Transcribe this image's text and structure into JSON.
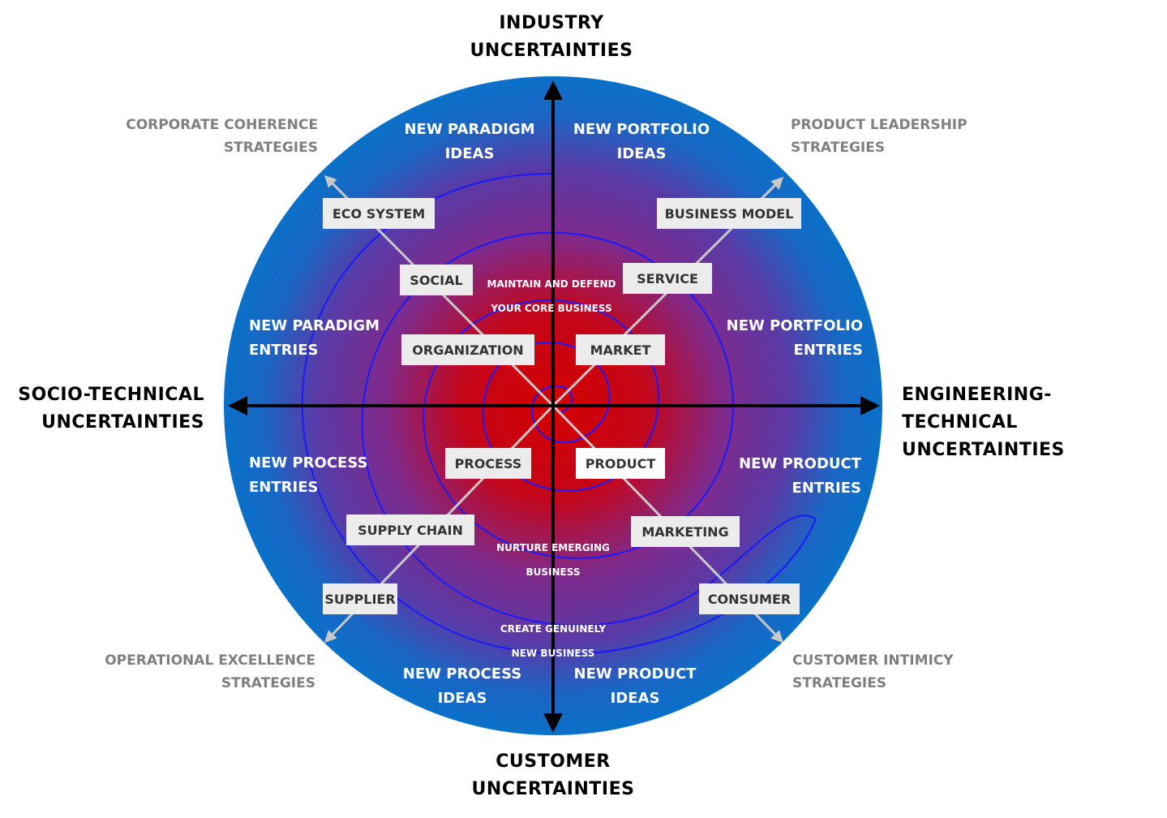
{
  "axes": {
    "top": [
      "INDUSTRY",
      "UNCERTAINTIES"
    ],
    "bottom": [
      "CUSTOMER",
      "UNCERTAINTIES"
    ],
    "left": [
      "SOCIO-TECHNICAL",
      "UNCERTAINTIES"
    ],
    "right": [
      "ENGINEERING-TECHNICAL",
      "UNCERTAINTIES"
    ]
  },
  "strategies": {
    "top_left": [
      "CORPORATE COHERENCE",
      "STRATEGIES"
    ],
    "top_right": [
      "PRODUCT LEADERSHIP",
      "STRATEGIES"
    ],
    "bottom_left": [
      "OPERATIONAL EXCELLENCE",
      "STRATEGIES"
    ],
    "bottom_right": [
      "CUSTOMER INTIMICY",
      "STRATEGIES"
    ]
  },
  "zones": {
    "paradigm_ideas": [
      "NEW PARADIGM",
      "IDEAS"
    ],
    "portfolio_ideas": [
      "NEW PORTFOLIO",
      "IDEAS"
    ],
    "paradigm_entries": [
      "NEW PARADIGM",
      "ENTRIES"
    ],
    "portfolio_entries": [
      "NEW PORTFOLIO",
      "ENTRIES"
    ],
    "process_entries": [
      "NEW PROCESS",
      "ENTRIES"
    ],
    "product_entries": [
      "NEW PRODUCT",
      "ENTRIES"
    ],
    "process_ideas": [
      "NEW PROCESS",
      "IDEAS"
    ],
    "product_ideas": [
      "NEW PRODUCT",
      "IDEAS"
    ]
  },
  "core_labels": {
    "maintain": [
      "MAINTAIN AND DEFEND",
      "YOUR CORE BUSINESS"
    ],
    "nurture": [
      "NURTURE EMERGING",
      "BUSINESS"
    ],
    "create": [
      "CREATE GENUINELY",
      "NEW BUSINESS"
    ]
  },
  "boxes": {
    "eco_system": "ECO SYSTEM",
    "social": "SOCIAL",
    "organization": "ORGANIZATION",
    "business_model": "BUSINESS MODEL",
    "service": "SERVICE",
    "market": "MARKET",
    "process": "PROCESS",
    "supply_chain": "SUPPLY CHAIN",
    "supplier": "SUPPLIER",
    "product": "PRODUCT",
    "marketing": "MARKETING",
    "consumer": "CONSUMER"
  },
  "colors": {
    "outer_blue": "#0a6cc8",
    "mid_purple": "#6a2fa0",
    "core_red": "#cc0000",
    "spiral": "#1a1aff",
    "diagonal": "#c8c8c8",
    "strategy_text": "#7f7f7f"
  }
}
